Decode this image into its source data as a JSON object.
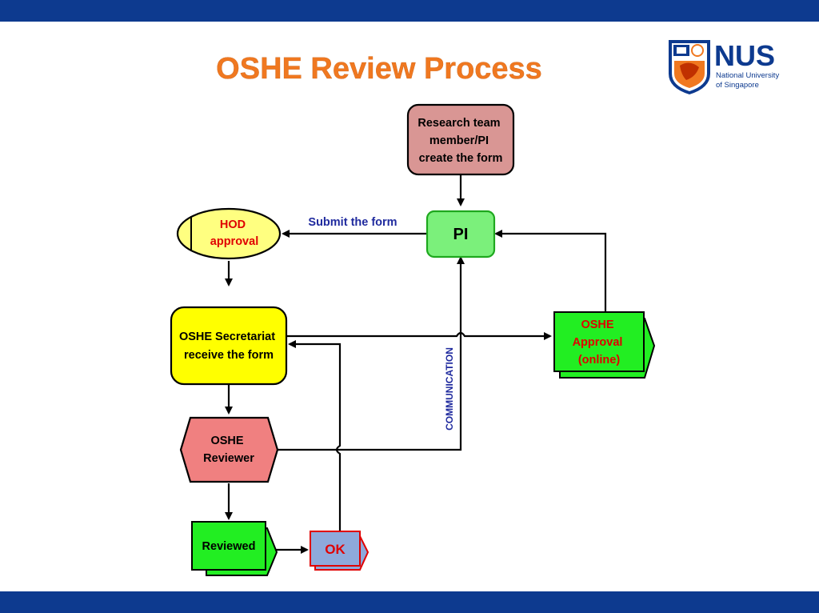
{
  "slide": {
    "title": "OSHE Review Process",
    "logo": {
      "name": "NUS",
      "line1": "National University",
      "line2": "of Singapore"
    }
  },
  "nodes": {
    "research_team": [
      "Research team",
      "member/PI",
      "create the form"
    ],
    "pi": "PI",
    "hod": [
      "HOD",
      "approval"
    ],
    "secretariat": [
      "OSHE Secretariat",
      "receive the form"
    ],
    "reviewer": [
      "OSHE",
      "Reviewer"
    ],
    "reviewed": "Reviewed",
    "ok": "OK",
    "approval": [
      "OSHE",
      "Approval",
      "(online)"
    ]
  },
  "edge_labels": {
    "submit": "Submit the form",
    "communication": "COMMUNICATION"
  },
  "colors": {
    "band": "#0d3a8f",
    "title": "#f07820",
    "research_fill": "#d99694",
    "pi_fill": "#7bf07b",
    "hod_fill": "#ffff80",
    "secretariat_fill": "#ffff00",
    "reviewer_fill": "#f08080",
    "reviewed_fill": "#22ee22",
    "ok_fill": "#8ea9db",
    "approval_fill": "#22ee22",
    "red_text": "#e00000",
    "label_blue": "#1f2a9e"
  }
}
